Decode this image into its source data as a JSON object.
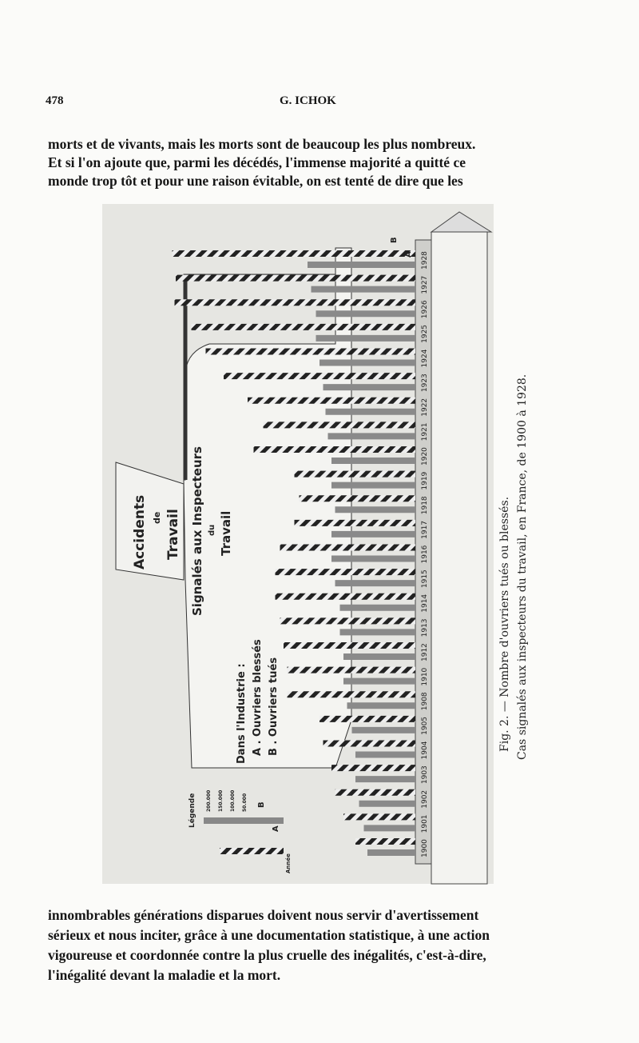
{
  "header": {
    "page_number": "478",
    "running_title": "G. ICHOK"
  },
  "text_top": [
    "morts et de vivants, mais les morts sont de beaucoup les plus nombreux.",
    "Et si l'on ajoute que, parmi les décédés, l'immense majorité a quitté ce",
    "monde trop tôt et pour une raison évitable, on est tenté de dire que les"
  ],
  "text_bottom": [
    "innombrables générations disparues doivent nous servir d'avertissement",
    "sérieux et nous inciter, grâce à une documentation statistique, à une action",
    "vigoureuse et coordonnée contre la plus cruelle des inégalités, c'est-à-dire,",
    "l'inégalité devant la maladie et la mort."
  ],
  "figure": {
    "caption_line1": "Fig. 2. — Nombre d'ouvriers tués ou blessés.",
    "caption_line2": "Cas signalés aux inspecteurs du travail, en France, de 1900 à 1928.",
    "title_word1": "Accidents",
    "title_word2": "de",
    "title_word3": "Travail",
    "subtitle_line1": "Signalés aux Inspecteurs",
    "subtitle_line2": "du",
    "subtitle_line3": "Travail",
    "industry_label": "Dans l'Industrie :",
    "legend_a": "A . Ouvriers blessés",
    "legend_b": "B . Ouvriers tués",
    "legend_title": "Légende",
    "legend_annee": "Année",
    "legend_marks": [
      "200.000",
      "150.000",
      "100.000",
      "50.000"
    ],
    "series_marker_a": "A",
    "series_marker_b": "B"
  },
  "chart_data": {
    "type": "bar",
    "orientation": "horizontal (rotated page)",
    "title": "Accidents de Travail signalés aux Inspecteurs du Travail",
    "categories": [
      "1900",
      "1901",
      "1902",
      "1903",
      "1904",
      "1905",
      "1908",
      "1910",
      "1912",
      "1913",
      "1914",
      "1915",
      "1916",
      "1917",
      "1918",
      "1919",
      "1920",
      "1921",
      "1922",
      "1923",
      "1924",
      "1925",
      "1926",
      "1927",
      "1928"
    ],
    "series": [
      {
        "name": "A. Ouvriers blessés (relative, approx.)",
        "values": [
          50,
          60,
          67,
          70,
          77,
          80,
          107,
          107,
          110,
          113,
          117,
          117,
          113,
          101,
          97,
          101,
          135,
          127,
          140,
          160,
          175,
          187,
          201,
          200,
          203
        ]
      },
      {
        "name": "B. Ouvriers tués (relative, approx.)",
        "values": [
          40,
          43,
          47,
          50,
          50,
          53,
          57,
          60,
          60,
          63,
          63,
          67,
          70,
          70,
          67,
          70,
          70,
          73,
          75,
          77,
          80,
          83,
          83,
          87,
          90
        ]
      }
    ],
    "colors": {
      "blesses": "#333333",
      "tues": "#8a8a8a"
    }
  }
}
